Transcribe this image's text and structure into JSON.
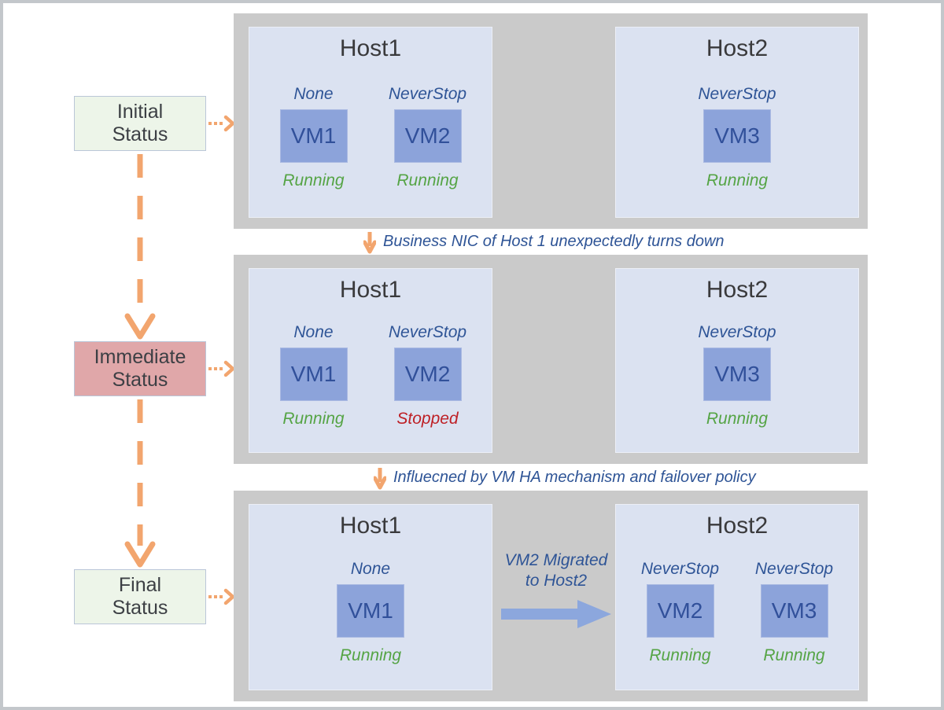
{
  "diagram": {
    "stages": [
      {
        "label": "Initial\nStatus",
        "kind": "normal"
      },
      {
        "label": "Immediate\nStatus",
        "kind": "alert"
      },
      {
        "label": "Final\nStatus",
        "kind": "normal"
      }
    ],
    "transitions": [
      {
        "text": "Business NIC of Host 1 unexpectedly turns down"
      },
      {
        "text": "Influecned by VM HA mechanism and failover policy"
      }
    ],
    "migration": {
      "label": "VM2 Migrated\nto Host2"
    },
    "rows": [
      {
        "hosts": [
          {
            "title": "Host1",
            "vms": [
              {
                "name": "VM1",
                "policy": "None",
                "state": "Running",
                "state_kind": "running"
              },
              {
                "name": "VM2",
                "policy": "NeverStop",
                "state": "Running",
                "state_kind": "running"
              }
            ]
          },
          {
            "title": "Host2",
            "vms": [
              {
                "name": "VM3",
                "policy": "NeverStop",
                "state": "Running",
                "state_kind": "running"
              }
            ]
          }
        ]
      },
      {
        "hosts": [
          {
            "title": "Host1",
            "vms": [
              {
                "name": "VM1",
                "policy": "None",
                "state": "Running",
                "state_kind": "running"
              },
              {
                "name": "VM2",
                "policy": "NeverStop",
                "state": "Stopped",
                "state_kind": "stopped"
              }
            ]
          },
          {
            "title": "Host2",
            "vms": [
              {
                "name": "VM3",
                "policy": "NeverStop",
                "state": "Running",
                "state_kind": "running"
              }
            ]
          }
        ]
      },
      {
        "hosts": [
          {
            "title": "Host1",
            "vms": [
              {
                "name": "VM1",
                "policy": "None",
                "state": "Running",
                "state_kind": "running"
              }
            ]
          },
          {
            "title": "Host2",
            "vms": [
              {
                "name": "VM2",
                "policy": "NeverStop",
                "state": "Running",
                "state_kind": "running"
              },
              {
                "name": "VM3",
                "policy": "NeverStop",
                "state": "Running",
                "state_kind": "running"
              }
            ]
          }
        ]
      }
    ],
    "colors": {
      "accent_orange": "#F2A56E",
      "policy_blue": "#2E5496",
      "running_green": "#55A445",
      "stopped_red": "#BE2026",
      "vm_fill": "#8CA3DA",
      "vm_text": "#31509A",
      "host_fill": "#DBE2F1",
      "panel_gray": "#CACACA",
      "stage_normal_bg": "#EDF5E9",
      "stage_alert_bg": "#E0A7A9",
      "migration_arrow_blue": "#8CA7DD"
    }
  }
}
